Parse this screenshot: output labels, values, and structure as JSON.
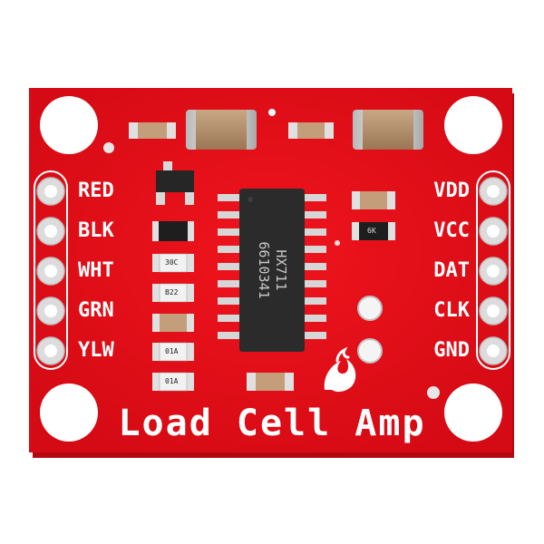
{
  "board": {
    "title": "Load Cell Amp",
    "colors": {
      "pcb": "#e8101b",
      "silkscreen": "#ffffff",
      "pad": "#d8d8d8",
      "chip": "#2b2b2b"
    }
  },
  "left_pins": [
    {
      "label": "RED"
    },
    {
      "label": "BLK"
    },
    {
      "label": "WHT"
    },
    {
      "label": "GRN"
    },
    {
      "label": "YLW"
    }
  ],
  "right_pins": [
    {
      "label": "VDD"
    },
    {
      "label": "VCC"
    },
    {
      "label": "DAT"
    },
    {
      "label": "CLK"
    },
    {
      "label": "GND"
    }
  ],
  "chip": {
    "line1": "HX711",
    "line2": "6610341"
  },
  "resistor_marks": {
    "r1": "30C",
    "r2": "B22",
    "r3": "01A",
    "r4": "01A",
    "r5": "6K"
  },
  "icons": {
    "logo": "sparkfun-flame-icon"
  }
}
